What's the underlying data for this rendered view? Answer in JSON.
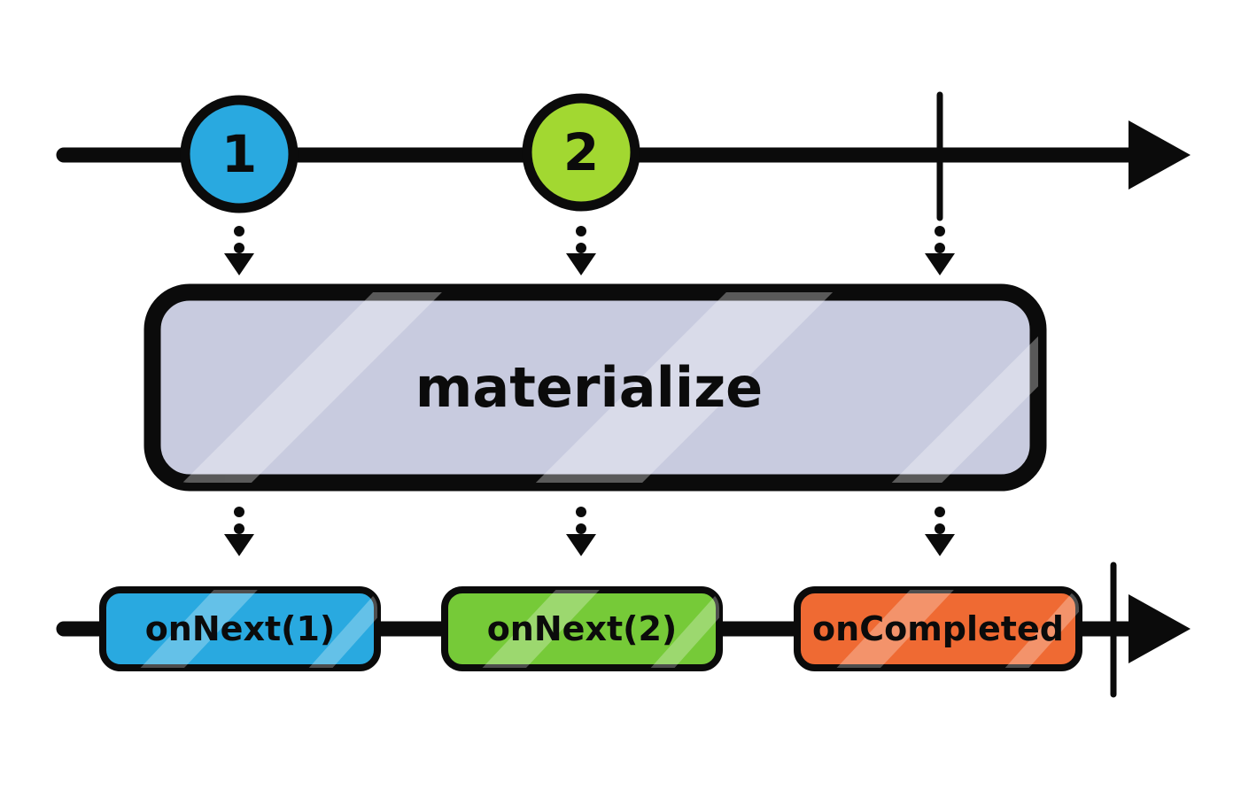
{
  "diagram": {
    "operator": {
      "label": "materialize",
      "fill": "#c8cbdf"
    },
    "source_timeline": {
      "marbles": [
        {
          "label": "1",
          "color": "#29a9e0"
        },
        {
          "label": "2",
          "color": "#a2d831"
        }
      ],
      "completed": true
    },
    "result_timeline": {
      "events": [
        {
          "label": "onNext(1)",
          "color": "#29a9e0"
        },
        {
          "label": "onNext(2)",
          "color": "#76ca38"
        },
        {
          "label": "onCompleted",
          "color": "#ef6a33"
        }
      ],
      "completed": true
    },
    "colors": {
      "line": "#0b0b0b",
      "background": "#ffffff"
    }
  }
}
